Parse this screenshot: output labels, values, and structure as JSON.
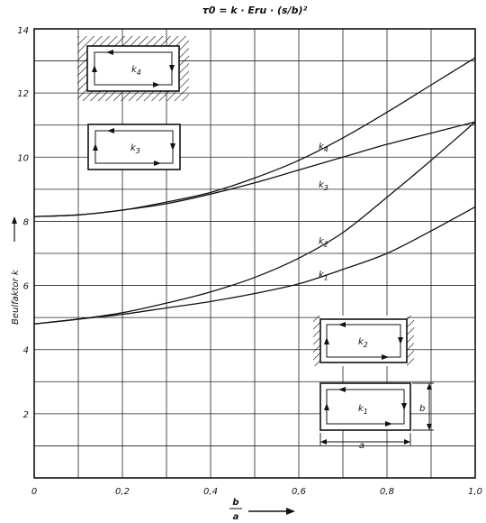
{
  "chart_data": {
    "type": "line",
    "title": "τ0 = k · Eru · (s/b)²",
    "ylabel": "Beulfaktor  k",
    "xlabel_num": "b",
    "xlabel_den": "a",
    "xlim": [
      0,
      1.0
    ],
    "ylim": [
      0,
      14
    ],
    "grid": true,
    "x_ticks": [
      "0",
      "0,2",
      "0,4",
      "0,6",
      "0,8",
      "1,0"
    ],
    "x_tick_values": [
      0,
      0.2,
      0.4,
      0.6,
      0.8,
      1.0
    ],
    "y_ticks": [
      "2",
      "4",
      "6",
      "8",
      "10",
      "12",
      "14"
    ],
    "y_tick_values": [
      2,
      4,
      6,
      8,
      10,
      12,
      14
    ],
    "series": [
      {
        "name": "k4",
        "x": [
          0,
          0.1,
          0.2,
          0.3,
          0.4,
          0.5,
          0.6,
          0.7,
          0.8,
          0.9,
          1.0
        ],
        "y": [
          8.15,
          8.2,
          8.35,
          8.6,
          8.9,
          9.35,
          9.9,
          10.6,
          11.4,
          12.25,
          13.1
        ]
      },
      {
        "name": "k3",
        "x": [
          0,
          0.1,
          0.2,
          0.3,
          0.4,
          0.5,
          0.6,
          0.7,
          0.8,
          0.9,
          1.0
        ],
        "y": [
          8.15,
          8.2,
          8.35,
          8.55,
          8.85,
          9.2,
          9.6,
          10.0,
          10.4,
          10.75,
          11.1
        ]
      },
      {
        "name": "k2",
        "x": [
          0,
          0.1,
          0.2,
          0.3,
          0.4,
          0.5,
          0.6,
          0.7,
          0.8,
          0.9,
          1.0
        ],
        "y": [
          4.8,
          4.95,
          5.15,
          5.45,
          5.8,
          6.25,
          6.85,
          7.65,
          8.75,
          9.9,
          11.1
        ]
      },
      {
        "name": "k1",
        "x": [
          0,
          0.1,
          0.2,
          0.3,
          0.4,
          0.5,
          0.6,
          0.7,
          0.8,
          0.9,
          1.0
        ],
        "y": [
          4.8,
          4.95,
          5.1,
          5.3,
          5.5,
          5.75,
          6.05,
          6.5,
          7.0,
          7.7,
          8.45
        ]
      }
    ],
    "curve_labels": [
      {
        "text": "k4",
        "sub": "4",
        "base": "k",
        "x": 0.6,
        "y": 10.25
      },
      {
        "text": "k3",
        "sub": "3",
        "base": "k",
        "x": 0.6,
        "y": 9.05
      },
      {
        "text": "k2",
        "sub": "2",
        "base": "k",
        "x": 0.6,
        "y": 7.3
      },
      {
        "text": "k1",
        "sub": "1",
        "base": "k",
        "x": 0.6,
        "y": 6.25
      }
    ],
    "insets": [
      {
        "base": "k",
        "sub": "4",
        "text": "k4"
      },
      {
        "base": "k",
        "sub": "3",
        "text": "k3"
      },
      {
        "base": "k",
        "sub": "2",
        "text": "k2"
      },
      {
        "base": "k",
        "sub": "1",
        "text": "k1"
      }
    ],
    "dimensions": {
      "side_a": "a",
      "side_b": "b"
    }
  }
}
